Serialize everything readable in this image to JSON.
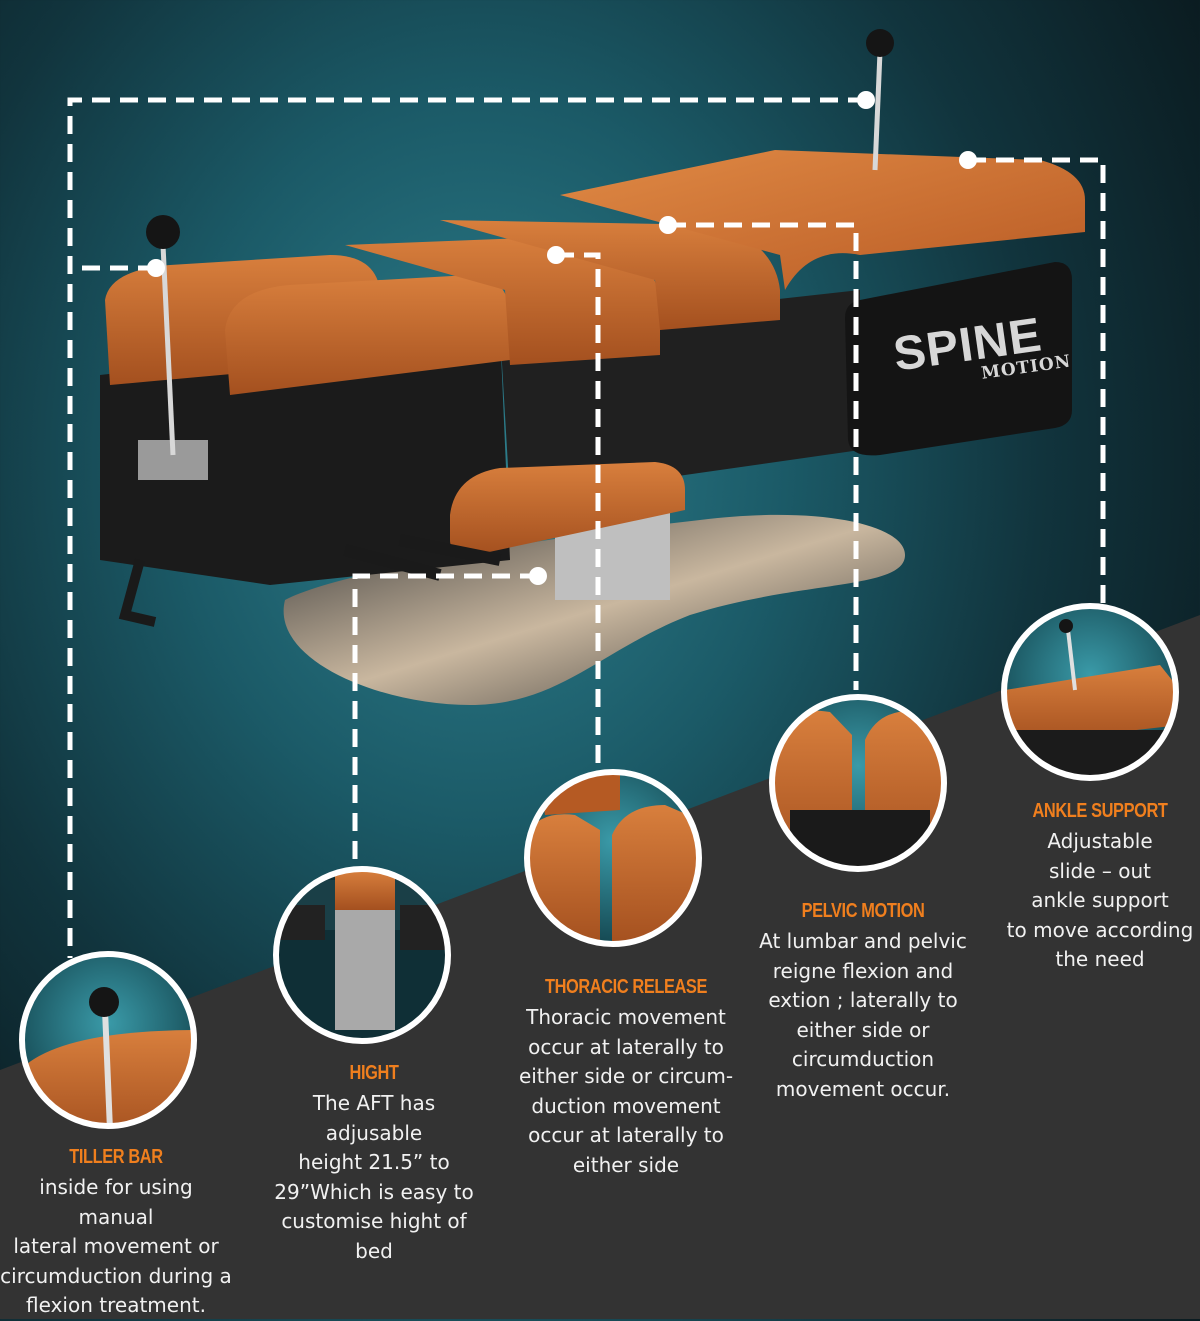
{
  "brand": {
    "name": "SPINE",
    "sub": "MOTION"
  },
  "colors": {
    "accent": "#f07f1e",
    "cushion": "#c0652a",
    "dark_band": "#333333",
    "text": "#f1f1f1"
  },
  "features": {
    "tiller": {
      "title": "TILLER BAR",
      "desc": "inside for using manual\nlateral movement or\ncircumduction during a\nflexion treatment."
    },
    "hight": {
      "title": "HIGHT",
      "desc": "The AFT has\nadjusable\nheight 21.5” to\n29”Which is easy to\ncustomise hight of\nbed"
    },
    "thoracic": {
      "title": "THORACIC RELEASE",
      "desc": "Thoracic movement\noccur at laterally to\neither side or circum-\nduction movement\noccur at laterally to\neither side"
    },
    "pelvic": {
      "title": "PELVIC MOTION",
      "desc": "At lumbar and pelvic\nreigne flexion and\nextion ; laterally to\neither side or\ncircumduction\nmovement occur."
    },
    "ankle": {
      "title": "ANKLE SUPPORT",
      "desc": "Adjustable\nslide – out\nankle support\nto move according\nthe need"
    }
  }
}
